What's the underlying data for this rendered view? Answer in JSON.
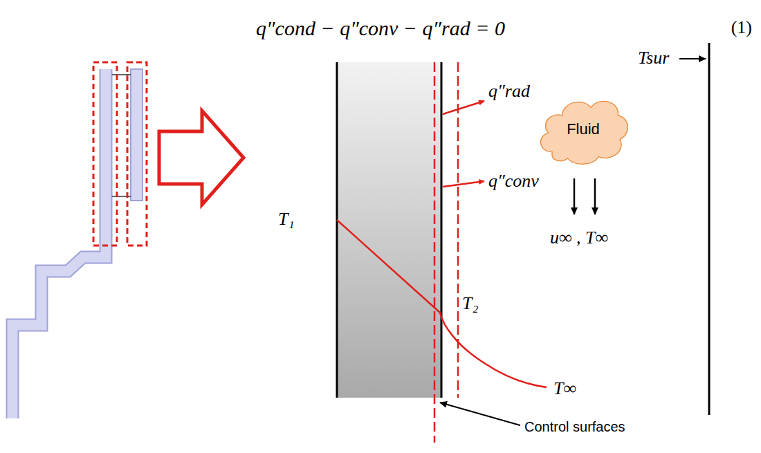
{
  "diagram": {
    "nodes": [
      {
        "text": [
          "Fluid"
        ]
      }
    ],
    "labels": [
      "q″cond − q″conv − q″rad = 0",
      "(1)",
      "T₁",
      "q″rad",
      "q″conv",
      "T₂",
      "Tsur",
      "u∞ , T∞",
      "T∞",
      "Control surfaces"
    ]
  }
}
